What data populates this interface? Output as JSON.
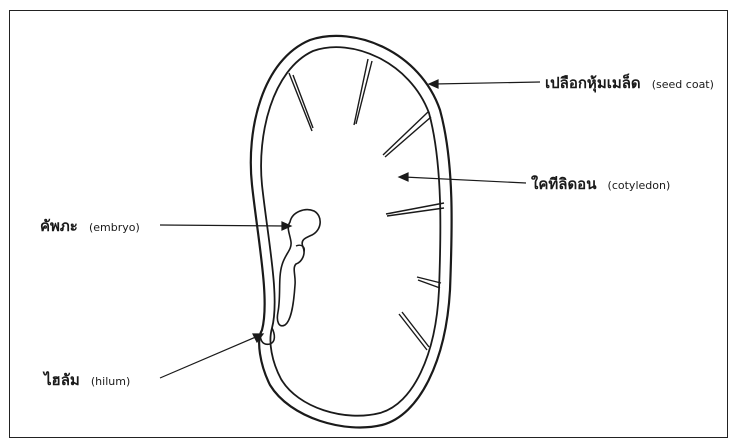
{
  "labels": {
    "seed_coat": {
      "thai": "เปลือกหุ้มเมล็ด",
      "english": "(seed coat)"
    },
    "cotyledon": {
      "thai": "ใคทีลิดอน",
      "english": "(cotyledon)"
    },
    "embryo": {
      "thai": "คัพภะ",
      "english": "(embryo)"
    },
    "hilum": {
      "thai": "ไฮลัม",
      "english": "(hilum)"
    }
  },
  "colors": {
    "ink": "#1a1a1a",
    "paper": "#ffffff"
  }
}
